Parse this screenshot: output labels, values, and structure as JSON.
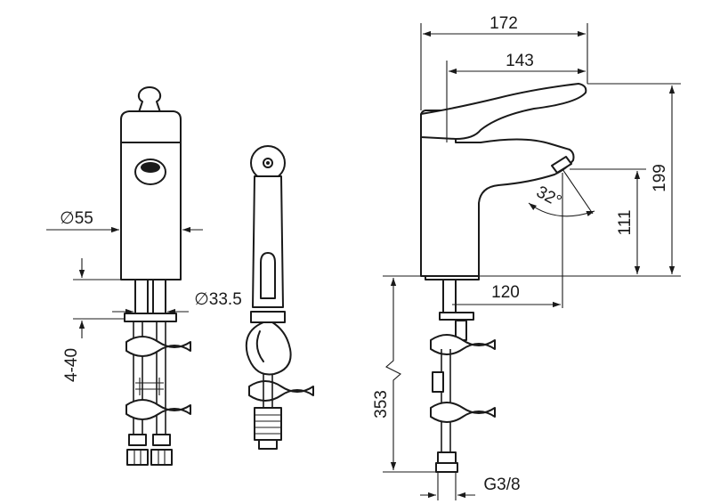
{
  "dimensions": {
    "overall_width": "172",
    "lever_reach": "143",
    "total_height": "199",
    "spout_height": "111",
    "spout_reach": "120",
    "spray_angle": "32°",
    "body_diameter": "∅55",
    "hole_diameter": "∅33.5",
    "deck_thickness": "4-40",
    "hose_length": "353",
    "connection_thread": "G3/8"
  },
  "colors": {
    "line": "#1a1a1a",
    "background": "#ffffff"
  }
}
